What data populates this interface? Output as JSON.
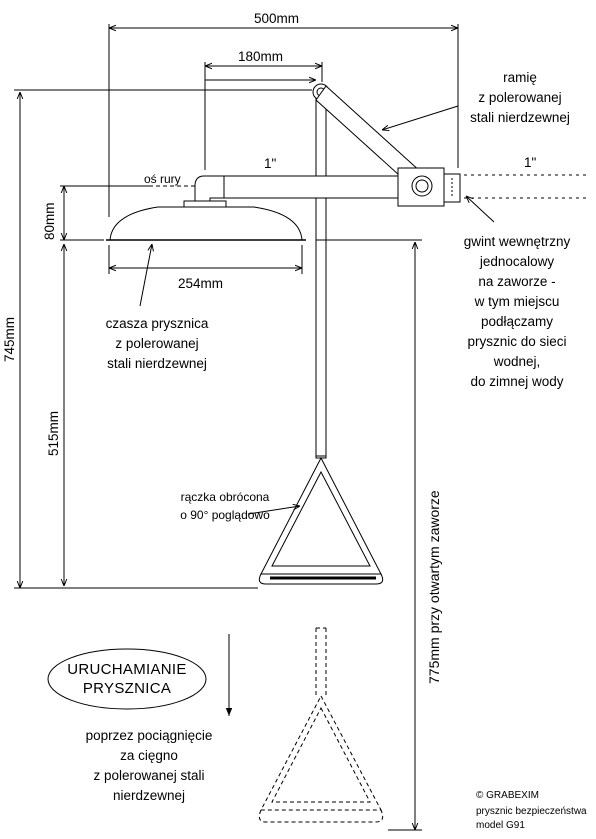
{
  "dimensions": {
    "total_reach": "500mm",
    "arm_offset": "180mm",
    "pipe_left": "1\"",
    "pipe_right": "1\"",
    "pipe_axis": "oś rury",
    "head_height": "80mm",
    "head_diameter": "254mm",
    "total_height": "745mm",
    "handle_height": "515mm",
    "open_valve_height": "775mm przy otwartym zaworze"
  },
  "labels": {
    "arm": [
      "ramię",
      "z polerowanej",
      "stali nierdzewnej"
    ],
    "thread": [
      "gwint wewnętrzny",
      "jednocalowy",
      "na zaworze -",
      "w tym miejscu",
      "podłączamy",
      "prysznic do sieci",
      "wodnej,",
      "do zimnej wody"
    ],
    "bowl": [
      "czasza prysznica",
      "z polerowanej",
      "stali nierdzewnej"
    ],
    "handle_note": [
      "rączka obrócona",
      "o 90°  poglądowo"
    ],
    "activate": [
      "URUCHAMIANIE",
      "PRYSZNICA"
    ],
    "pull": [
      "poprzez pociągnięcie",
      "za cięgno",
      "z polerowanej stali",
      "nierdzewnej"
    ]
  },
  "footer": {
    "copyright": "© GRABEXIM",
    "product": "prysznic bezpieczeństwa",
    "model": "model G91"
  }
}
